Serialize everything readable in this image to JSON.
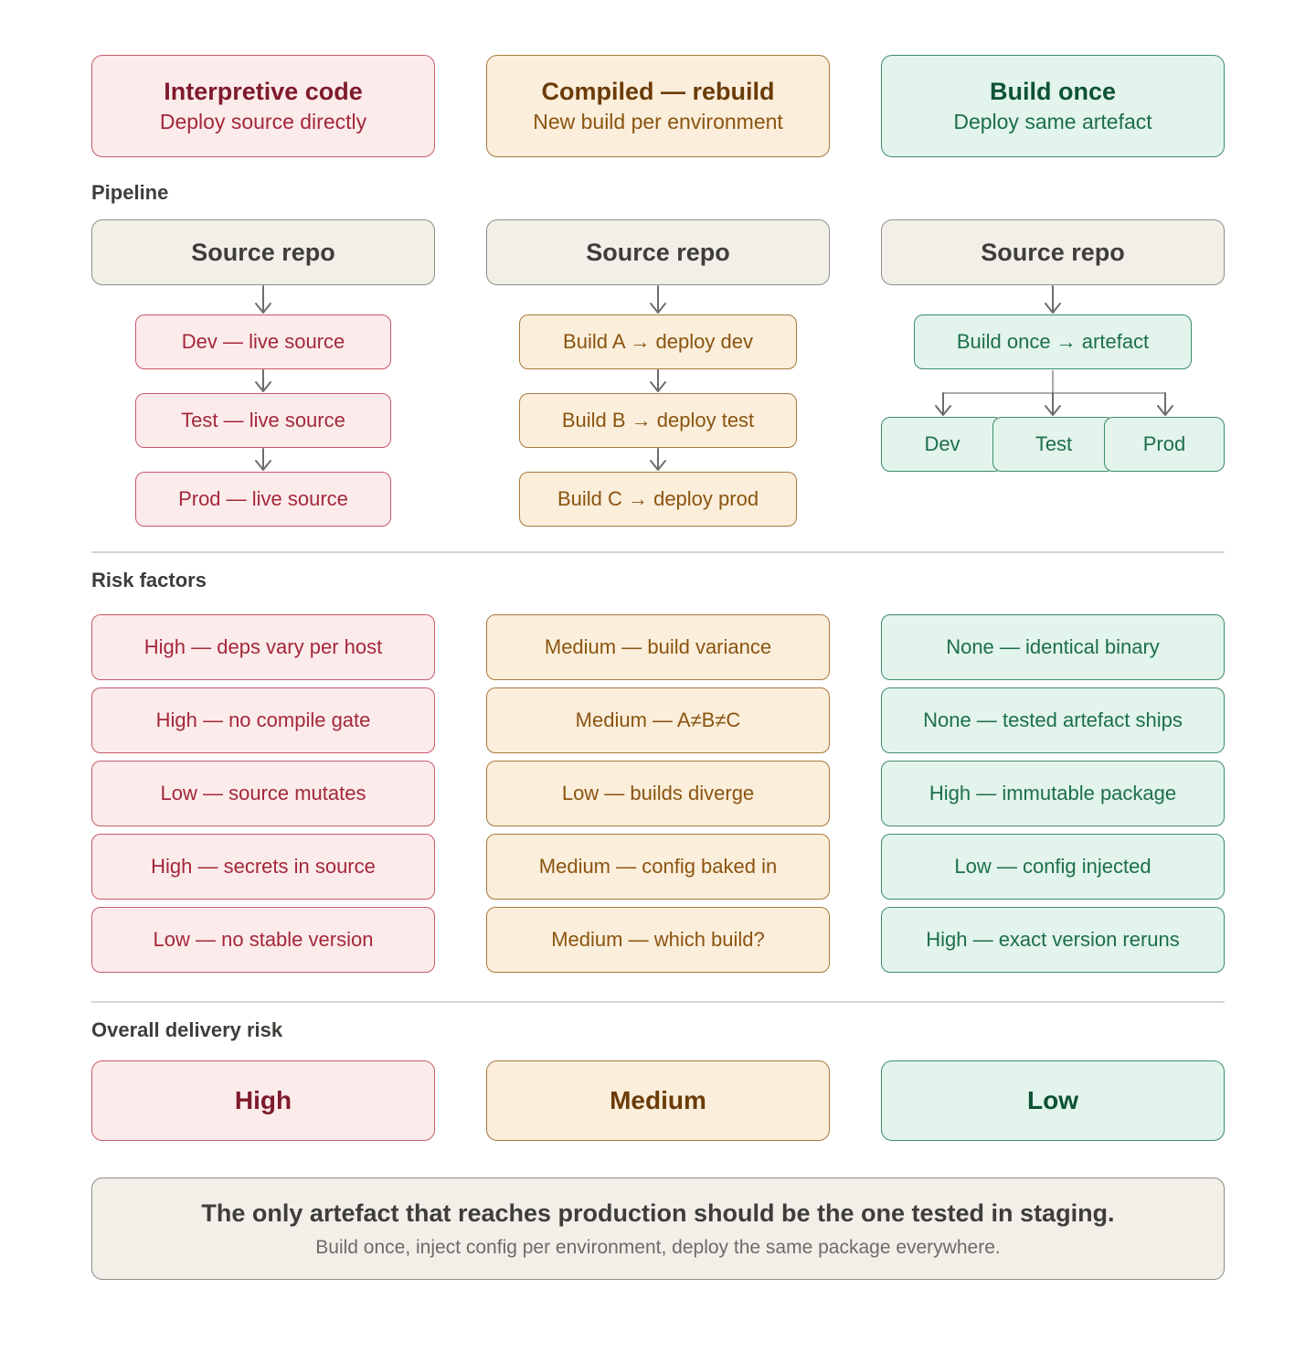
{
  "columns": [
    {
      "header": {
        "title": "Interpretive code",
        "subtitle": "Deploy source directly"
      },
      "source": "Source repo",
      "steps": [
        "Dev — live source",
        "Test — live source",
        "Prod — live source"
      ],
      "risks": [
        "High — deps vary per host",
        "High — no compile gate",
        "Low — source mutates",
        "High — secrets in source",
        "Low — no stable version"
      ],
      "overall": "High"
    },
    {
      "header": {
        "title": "Compiled — rebuild",
        "subtitle": "New build per environment"
      },
      "source": "Source repo",
      "steps": [
        "Build A → deploy dev",
        "Build B → deploy test",
        "Build C → deploy prod"
      ],
      "risks": [
        "Medium — build variance",
        "Medium — A≠B≠C",
        "Low — builds diverge",
        "Medium — config baked in",
        "Medium — which build?"
      ],
      "overall": "Medium"
    },
    {
      "header": {
        "title": "Build once",
        "subtitle": "Deploy same artefact"
      },
      "source": "Source repo",
      "build": "Build once → artefact",
      "envs": [
        "Dev",
        "Test",
        "Prod"
      ],
      "risks": [
        "None — identical binary",
        "None — tested artefact ships",
        "High — immutable package",
        "Low — config injected",
        "High — exact version reruns"
      ],
      "overall": "Low"
    }
  ],
  "sections": {
    "pipeline": "Pipeline",
    "risk_factors": "Risk factors",
    "overall": "Overall delivery risk"
  },
  "footer": {
    "title": "The only artefact that reaches production should be the one tested in staging.",
    "subtitle": "Build once, inject config per environment, deploy the same package everywhere."
  },
  "colors": {
    "red_fill": "#fcebeb",
    "red_border": "#c7596a",
    "amber_fill": "#fbeedb",
    "amber_border": "#a67a3e",
    "green_fill": "#e2f4ec",
    "green_border": "#3f8c6a",
    "grey_fill": "#f1efe8",
    "grey_border": "#8f8e88"
  }
}
